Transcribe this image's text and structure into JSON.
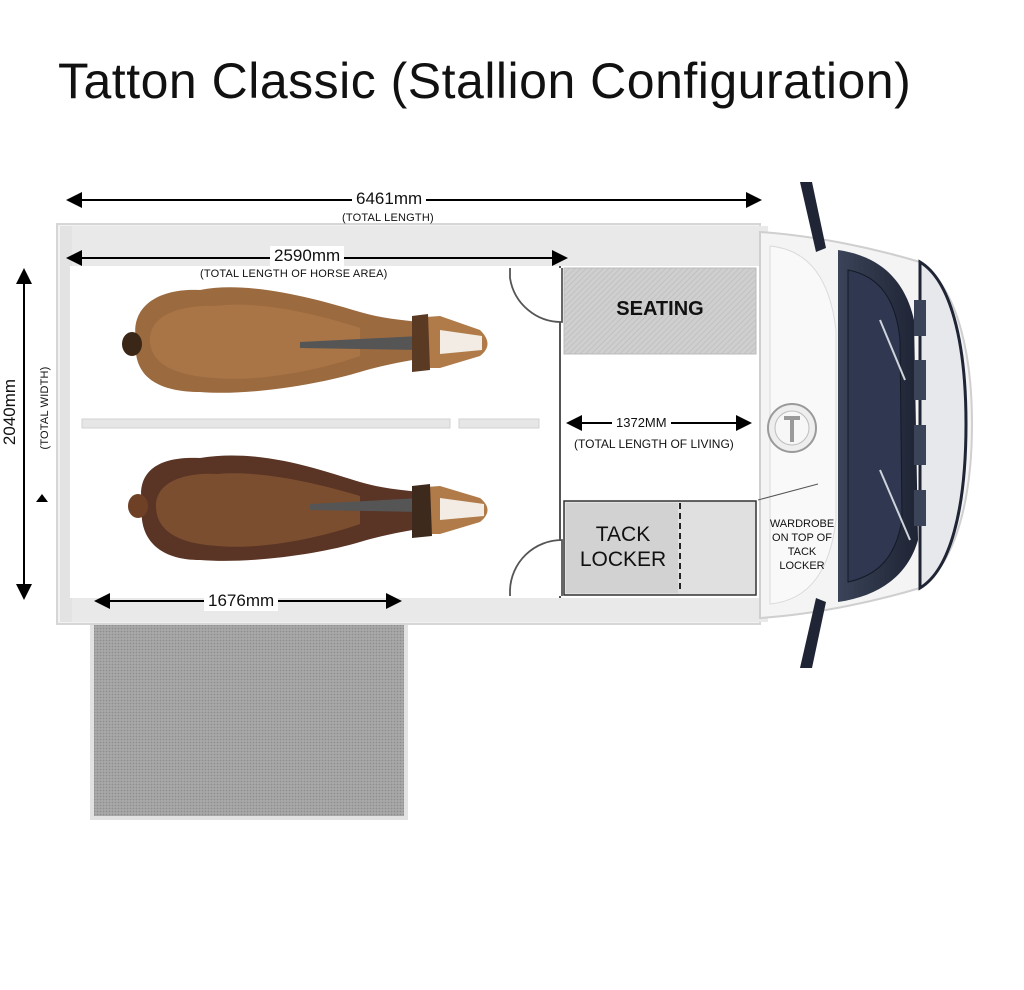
{
  "title": "Tatton Classic (Stallion Configuration)",
  "dimensions": {
    "total_length": {
      "value": "6461mm",
      "note": "(TOTAL LENGTH)"
    },
    "horse_area_length": {
      "value": "2590mm",
      "note": "(TOTAL LENGTH OF HORSE AREA)"
    },
    "total_width": {
      "value": "2040mm",
      "note": "(TOTAL WIDTH)"
    },
    "living_length": {
      "value": "1372MM",
      "note": "(TOTAL LENGTH OF LIVING)"
    },
    "ramp_width": {
      "value": "1676mm"
    }
  },
  "areas": {
    "seating": "SEATING",
    "tack_locker_line1": "TACK",
    "tack_locker_line2": "LOCKER",
    "wardrobe_line1": "WARDROBE",
    "wardrobe_line2": "ON TOP OF",
    "wardrobe_line3": "TACK",
    "wardrobe_line4": "LOCKER"
  },
  "colors": {
    "horse_light": "#9b6a3f",
    "horse_dark": "#5a3424",
    "cab_body": "#2b3346",
    "floor_grey": "#d9d9d9"
  }
}
